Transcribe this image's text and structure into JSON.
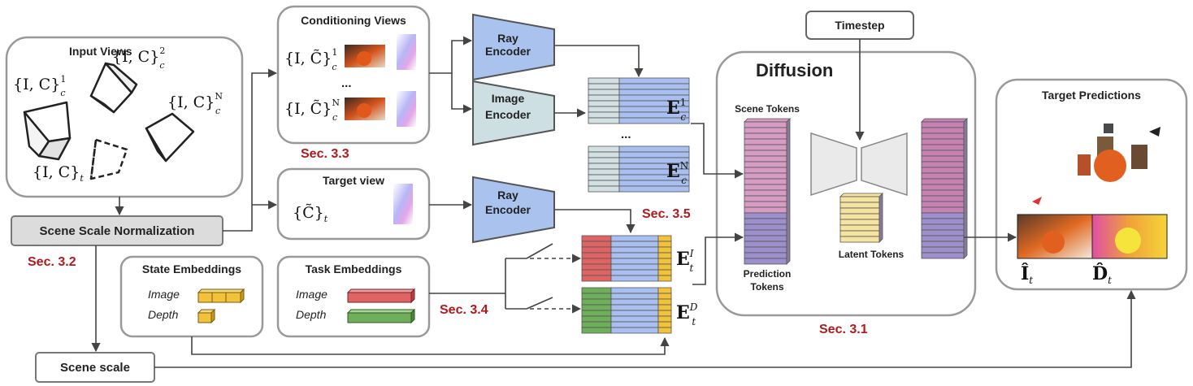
{
  "input_views": {
    "title": "Input Views",
    "cam1_set": "{I, C}",
    "cam1_sup": "1",
    "cam1_sub": "c",
    "cam2_set": "{I, C}",
    "cam2_sup": "2",
    "cam2_sub": "c",
    "camN_set": "{I, C}",
    "camN_sup": "N",
    "camN_sub": "c",
    "target_set": "{I, C}",
    "target_sub": "t"
  },
  "scene_norm": {
    "label": "Scene Scale Normalization",
    "section": "Sec. 3.2"
  },
  "scene_scale": {
    "label": "Scene scale"
  },
  "conditioning": {
    "title": "Conditioning Views",
    "row1_set": "{I, C̃}",
    "row1_sup": "1",
    "row1_sub": "c",
    "rowN_set": "{I, C̃}",
    "rowN_sup": "N",
    "rowN_sub": "c",
    "ellipsis": "...",
    "section": "Sec. 3.3"
  },
  "target_view": {
    "title": "Target view",
    "set": "{C̃}",
    "sub": "t"
  },
  "encoders": {
    "ray_top": [
      "Ray",
      "Encoder"
    ],
    "image": [
      "Image",
      "Encoder"
    ],
    "ray_bottom": [
      "Ray",
      "Encoder"
    ]
  },
  "embeddings": {
    "ec1_base": "E",
    "ec1_sup": "1",
    "ec1_sub": "c",
    "ecN_base": "E",
    "ecN_sup": "N",
    "ecN_sub": "c",
    "etI_base": "E",
    "etI_sup": "I",
    "etI_sub": "t",
    "etD_base": "E",
    "etD_sup": "D",
    "etD_sub": "t",
    "ellipsis": "...",
    "section_35": "Sec. 3.5",
    "section_34": "Sec. 3.4"
  },
  "state_embeddings": {
    "title": "State Embeddings",
    "image": "Image",
    "depth": "Depth"
  },
  "task_embeddings": {
    "title": "Task Embeddings",
    "image": "Image",
    "depth": "Depth"
  },
  "timestep": {
    "label": "Timestep"
  },
  "diffusion": {
    "title": "Diffusion",
    "scene_tokens": "Scene Tokens",
    "prediction_tokens": [
      "Prediction",
      "Tokens"
    ],
    "latent_tokens": "Latent Tokens",
    "section": "Sec. 3.1"
  },
  "target_predictions": {
    "title": "Target Predictions",
    "img_label": "Î",
    "img_sub": "t",
    "depth_label": "D̂",
    "depth_sub": "t"
  },
  "colors": {
    "ray_encoder": "#a9c2ee",
    "image_encoder": "#cddfe2",
    "token_blue": "#a8bff0",
    "token_grey": "#d3e0e3",
    "token_pink": "#d69cc4",
    "token_purple": "#9c8fcc",
    "token_yellow": "#f5e3a2",
    "state_yellow": "#f2c23a",
    "task_red": "#de6464",
    "task_green": "#6fae5a",
    "section_red": "#b3191c"
  }
}
